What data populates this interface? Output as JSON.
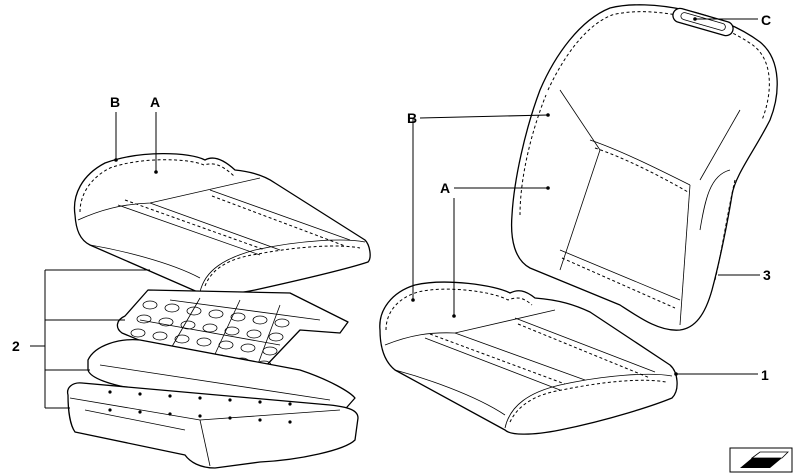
{
  "diagram": {
    "callouts": {
      "seat_B": "B",
      "seat_A": "A",
      "group_2": "2",
      "back_B": "B",
      "back_A": "A",
      "back_C": "C",
      "item_3": "3",
      "item_1": "1"
    },
    "icons": {
      "corner_logo": "catalog-corner-icon"
    }
  }
}
